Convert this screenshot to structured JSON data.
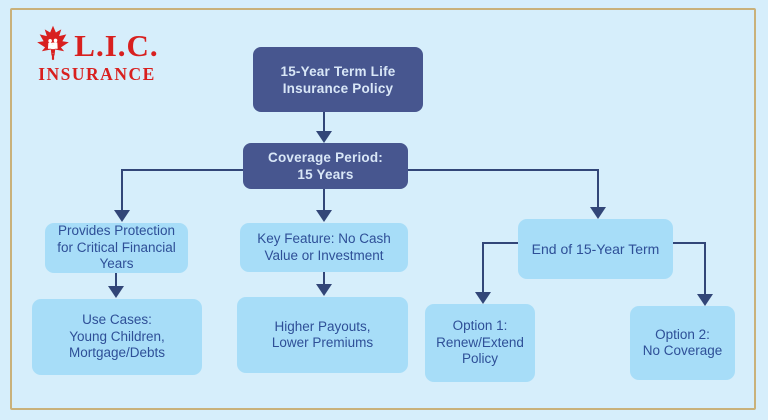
{
  "logo": {
    "acronym": "L.I.C.",
    "name": "INSURANCE",
    "leaf_icon": "maple-leaf-icon",
    "color": "#d8201f"
  },
  "colors": {
    "background": "#d6eefb",
    "frame_border": "#c9b17a",
    "node_dark_bg": "#47568f",
    "node_dark_text": "#d9e7f7",
    "node_light_bg": "#a7ddf8",
    "node_light_text": "#2e4f97",
    "connector": "#324678"
  },
  "flowchart": {
    "title_node": "15-Year Term Life Insurance Policy",
    "nodes": {
      "policy": {
        "text": "15-Year Term Life\nInsurance Policy",
        "style": "dark"
      },
      "coverage": {
        "text": "Coverage Period:\n15 Years",
        "style": "dark"
      },
      "protection": {
        "text": "Provides Protection\nfor Critical Financial\nYears",
        "style": "light"
      },
      "use_cases": {
        "text": "Use Cases:\nYoung Children,\nMortgage/Debts",
        "style": "light"
      },
      "key_feature": {
        "text": "Key Feature: No Cash\nValue or Investment",
        "style": "light"
      },
      "payouts": {
        "text": "Higher Payouts,\nLower Premiums",
        "style": "light"
      },
      "end_term": {
        "text": "End of 15-Year Term",
        "style": "light"
      },
      "option1": {
        "text": "Option 1:\nRenew/Extend\nPolicy",
        "style": "light"
      },
      "option2": {
        "text": "Option 2:\nNo Coverage",
        "style": "light"
      }
    }
  }
}
